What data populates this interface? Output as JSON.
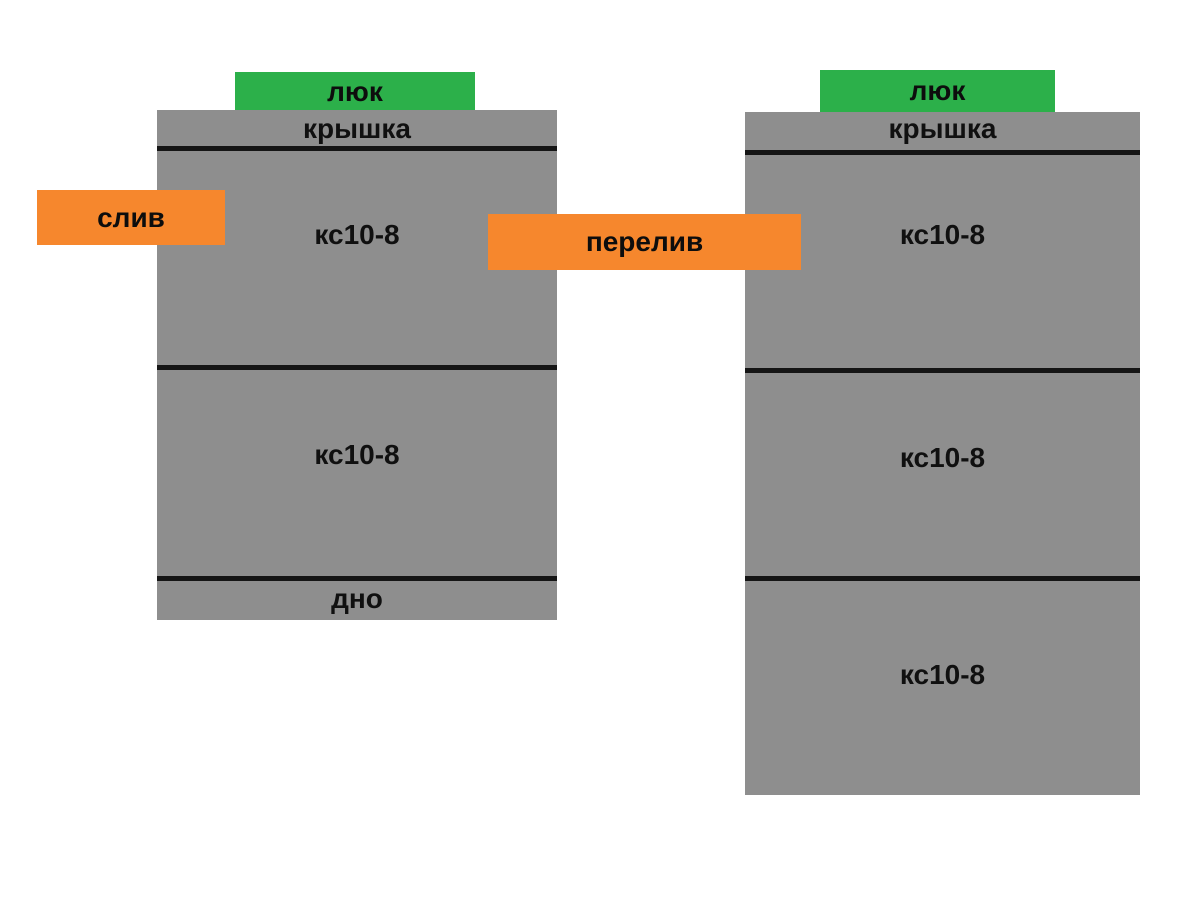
{
  "colors": {
    "hatch_green": "#2cb04a",
    "pipe_orange": "#f6872d",
    "tank_gray": "#8e8e8e",
    "line_black": "#151515",
    "background": "#ffffff"
  },
  "left_tank": {
    "hatch_label": "люк",
    "cover_label": "крышка",
    "drain_label": "слив",
    "ring_labels": [
      "кс10-8",
      "кс10-8"
    ],
    "bottom_label": "дно"
  },
  "right_tank": {
    "hatch_label": "люк",
    "cover_label": "крышка",
    "overflow_label": "перелив",
    "ring_labels": [
      "кс10-8",
      "кс10-8",
      "кс10-8"
    ]
  }
}
